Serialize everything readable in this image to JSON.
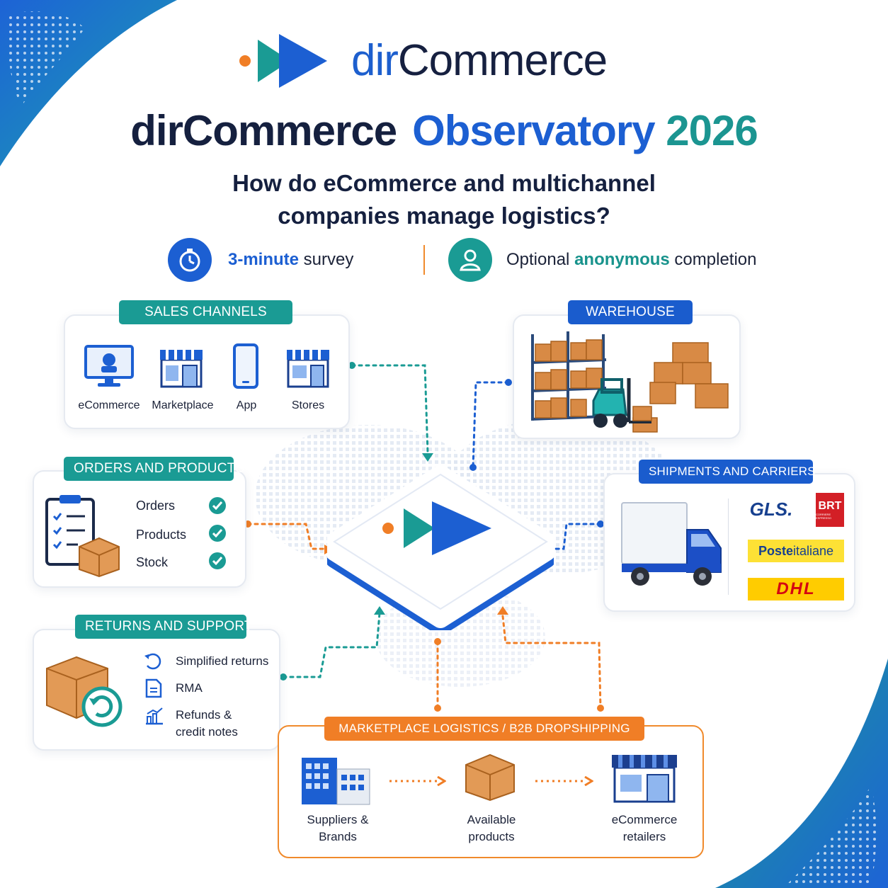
{
  "brand": {
    "logo_dir": "dir",
    "logo_commerce": "Commerce"
  },
  "title": {
    "part1": "dirCommerce",
    "part2": "Observatory",
    "part3": "2026"
  },
  "subtitle": {
    "line1": "How do eCommerce and multichannel",
    "line2": "companies manage logistics?"
  },
  "features": {
    "survey_highlight": "3-minute",
    "survey_rest": " survey",
    "anon_pre": "Optional ",
    "anon_highlight": "anonymous",
    "anon_post": " completion"
  },
  "sales_channels": {
    "tag": "SALES CHANNELS",
    "items": [
      "eCommerce",
      "Marketplace",
      "App",
      "Stores"
    ]
  },
  "warehouse": {
    "tag": "WAREHOUSE"
  },
  "orders_products": {
    "tag": "ORDERS AND PRODUCTS",
    "items": [
      "Orders",
      "Products",
      "Stock"
    ]
  },
  "shipments": {
    "tag": "SHIPMENTS AND CARRIERS",
    "carriers": {
      "gls": "GLS.",
      "brt": "BRT",
      "brt_sub": "CORRIERE ESPRESSO",
      "poste_a": "Poste",
      "poste_b": "italiane",
      "dhl": "DHL"
    }
  },
  "returns": {
    "tag": "RETURNS AND SUPPORT",
    "item1": "Simplified returns",
    "item2": "RMA",
    "item3_line1": "Refunds &",
    "item3_line2": "credit notes"
  },
  "marketplace": {
    "tag": "MARKETPLACE LOGISTICS / B2B DROPSHIPPING",
    "step1_line1": "Suppliers &",
    "step1_line2": "Brands",
    "step2_line1": "Available",
    "step2_line2": "products",
    "step3_line1": "eCommerce",
    "step3_line2": "retailers"
  },
  "colors": {
    "blue": "#1c5fd2",
    "teal": "#1a9b94",
    "orange": "#f08a2c",
    "navy": "#15203f"
  },
  "icons": [
    "logo-mark-icon",
    "stopwatch-icon",
    "user-icon",
    "monitor-icon",
    "storefront-icon",
    "smartphone-icon",
    "store-icon",
    "clipboard-icon",
    "box-icon",
    "check-icon",
    "return-icon",
    "document-icon",
    "chart-icon",
    "truck-icon",
    "building-icon",
    "warehouse-shelves-icon",
    "forklift-icon"
  ]
}
